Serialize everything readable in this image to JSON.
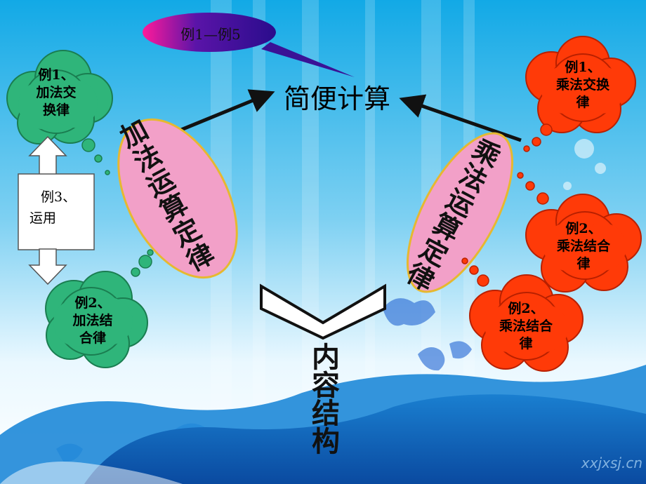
{
  "title": "简便计算",
  "speech_bubble": "例1—例5",
  "left_ellipse": "加法运算定律",
  "right_ellipse": "乘法运算定律",
  "content_structure": "内容结构",
  "left_clouds": {
    "top": [
      "例1、",
      "加法交",
      "换律"
    ],
    "bottom": [
      "例2、",
      "加法结",
      "合律"
    ]
  },
  "arrow_box": [
    "例3、",
    "运用"
  ],
  "right_clouds": {
    "top": [
      "例1、",
      "乘法交换",
      "律"
    ],
    "middle": [
      "例2、",
      "乘法结合",
      "律"
    ],
    "bottom": [
      "例2、",
      "乘法结合",
      "律"
    ]
  },
  "watermark": "xxjxsj.cn",
  "colors": {
    "green_cloud": "#2fb57a",
    "red_cloud": "#ff3a08",
    "pink_ellipse": "#f2a0c8",
    "ellipse_border": "#e6b830",
    "bubble_purple": "#3a1296",
    "bubble_pink": "#ff1a9a"
  }
}
